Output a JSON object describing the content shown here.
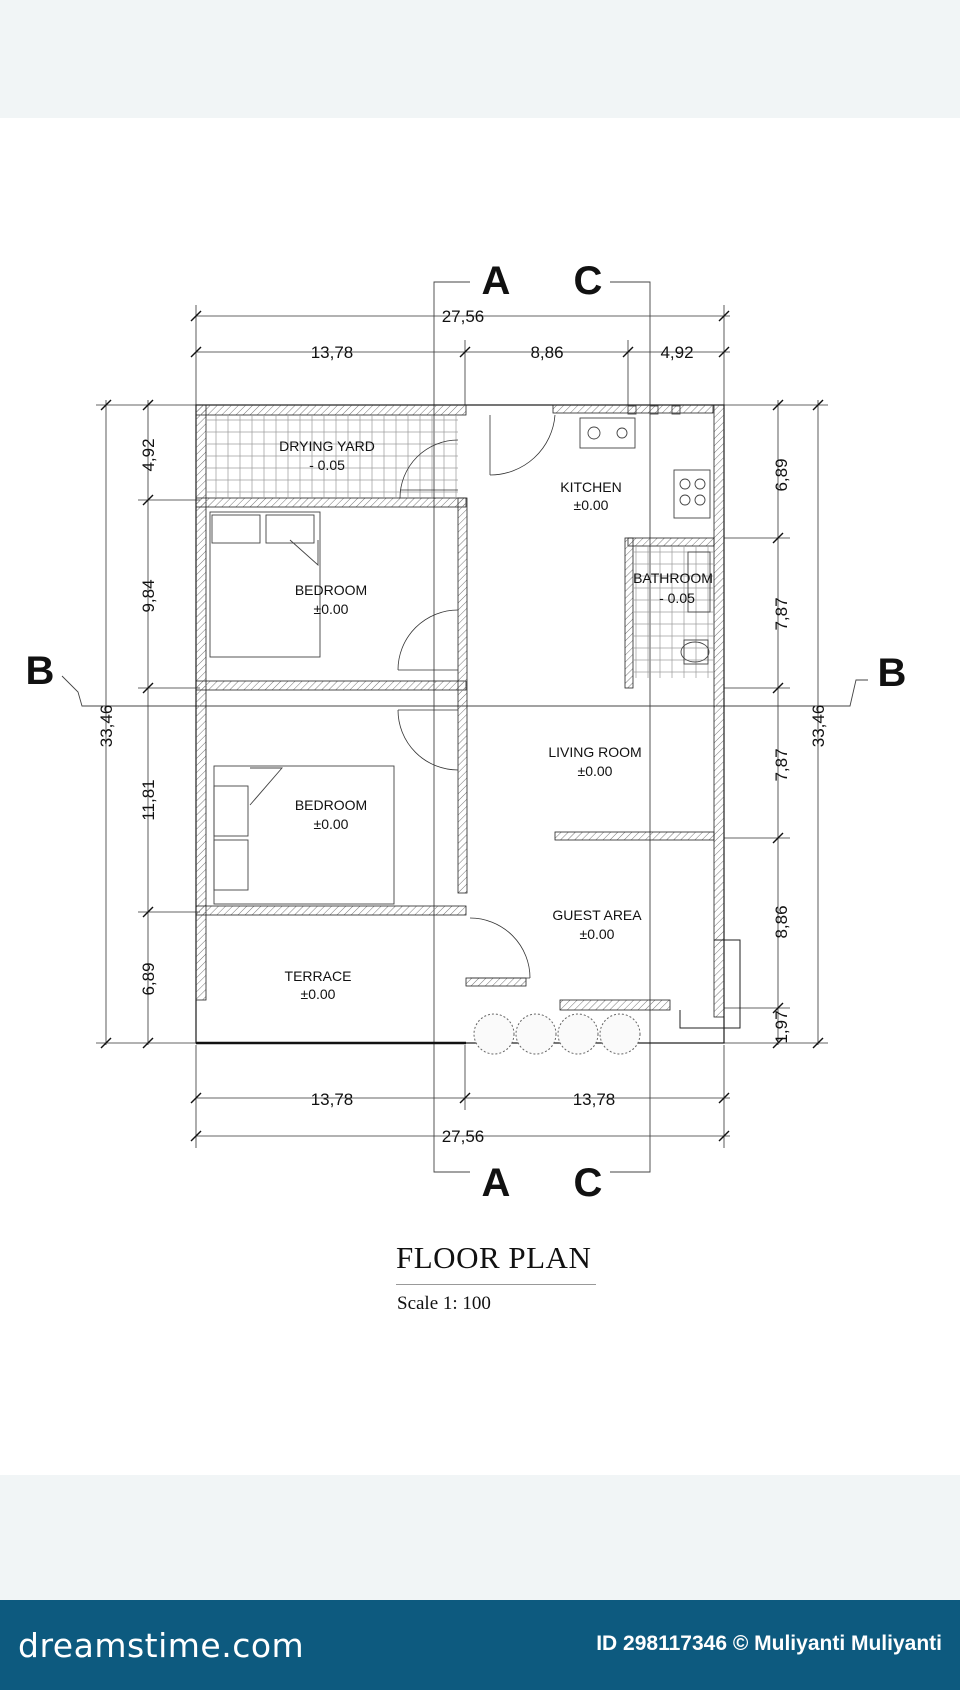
{
  "title": "FLOOR PLAN",
  "scale": "Scale 1: 100",
  "section_markers": {
    "a": "A",
    "c": "C",
    "b": "B"
  },
  "rooms": {
    "drying_yard": {
      "name": "DRYING YARD",
      "level": "- 0.05"
    },
    "kitchen": {
      "name": "KITCHEN",
      "level": "±0.00"
    },
    "bedroom_1": {
      "name": "BEDROOM",
      "level": "±0.00"
    },
    "bathroom": {
      "name": "BATHROOM",
      "level": "- 0.05"
    },
    "living_room": {
      "name": "LIVING ROOM",
      "level": "±0.00"
    },
    "bedroom_2": {
      "name": "BEDROOM",
      "level": "±0.00"
    },
    "guest_area": {
      "name": "GUEST AREA",
      "level": "±0.00"
    },
    "terrace": {
      "name": "TERRACE",
      "level": "±0.00"
    }
  },
  "dimensions": {
    "top_total": "27,56",
    "top_left": "13,78",
    "top_mid": "8,86",
    "top_right": "4,92",
    "bottom_left": "13,78",
    "bottom_right": "13,78",
    "bottom_total": "27,56",
    "left_1": "4,92",
    "left_2": "9,84",
    "left_3": "11,81",
    "left_4": "6,89",
    "left_total": "33,46",
    "right_1": "6,89",
    "right_2": "7,87",
    "right_3": "7,87",
    "right_4": "8,86",
    "right_5": "1,97",
    "right_total": "33,46"
  },
  "footer": {
    "brand": "dreamstime.com",
    "credit": "ID 298117346 © Muliyanti Muliyanti"
  },
  "colors": {
    "footer_bg": "#0d5a7f",
    "band_bg": "#f1f5f6",
    "line": "#1a1a1a"
  }
}
